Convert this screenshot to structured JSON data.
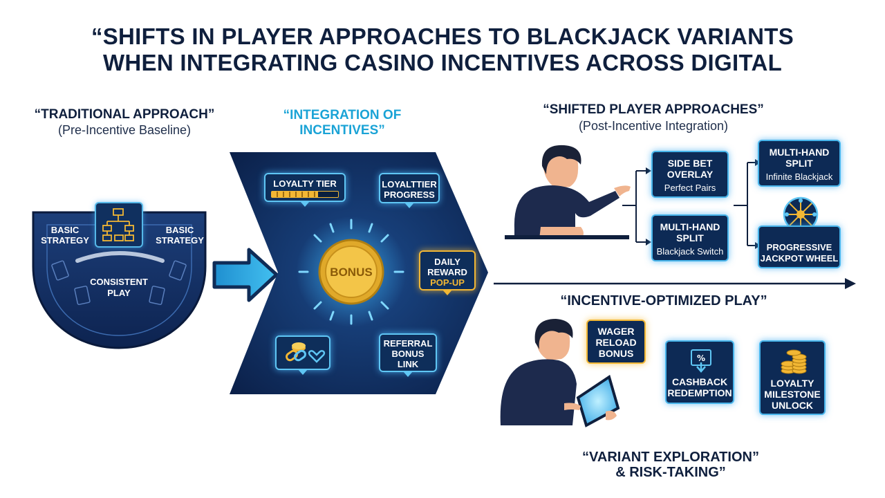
{
  "title": {
    "line1": "“SHIFTS IN PLAYER APPROACHES TO BLACKJACK VARIANTS",
    "line2": "WHEN INTEGRATING CASINO INCENTIVES ACROSS DIGITAL"
  },
  "traditional": {
    "heading": "“TRADITIONAL APPROACH”",
    "subheading": "(Pre-Incentive Baseline)",
    "left_label": [
      "BASIC",
      "STRATEGY"
    ],
    "right_label": [
      "BASIC",
      "STRATEGY"
    ],
    "center_label": [
      "CONSISTENT",
      "PLAY"
    ]
  },
  "integration": {
    "heading": [
      "“INTEGRATION OF",
      "INCENTIVES”"
    ],
    "loyalty_tier": "LOYALTY TIER",
    "loyalty_progress": [
      "LOYALTTIER",
      "PROGRESS"
    ],
    "loyalty_progress_fill": 0.7,
    "bonus_coin": "BONUS",
    "daily_reward": [
      "DAILY",
      "REWARD",
      "POP-UP"
    ],
    "referral": [
      "REFERRAL",
      "BONUS",
      "LINK"
    ]
  },
  "shifted": {
    "heading": "“SHIFTED PLAYER APPROACHES”",
    "subheading": "(Post-Incentive Integration)",
    "side_bet": {
      "title": [
        "SIDE BET",
        "OVERLAY"
      ],
      "desc": "Perfect Pairs"
    },
    "multi_hand_1": {
      "title": [
        "MULTI-HAND",
        "SPLIT"
      ],
      "desc": "Blackjack Switch"
    },
    "multi_hand_2": {
      "title": [
        "MULTI-HAND",
        "SPLIT"
      ],
      "desc": "Infinite Blackjack"
    },
    "jackpot": {
      "title": [
        "PROGRESSIVE",
        "JACKPOT WHEEL"
      ]
    }
  },
  "optimized": {
    "label": "“INCENTIVE-OPTIMIZED PLAY”",
    "wager": [
      "WAGER",
      "RELOAD",
      "BONUS"
    ],
    "cashback": [
      "CASHBACK",
      "REDEMPTION"
    ],
    "milestone": [
      "LOYALTY",
      "MILESTONE",
      "UNLOCK"
    ]
  },
  "exploration": {
    "line1": "“VARIANT EXPLORATION”",
    "line2": "& RISK-TAKING”"
  },
  "colors": {
    "navy": "#0f1f3d",
    "panel": "#10305f",
    "accent": "#1aa3d6",
    "glow": "#5fc6f4",
    "gold": "#f2b734"
  }
}
